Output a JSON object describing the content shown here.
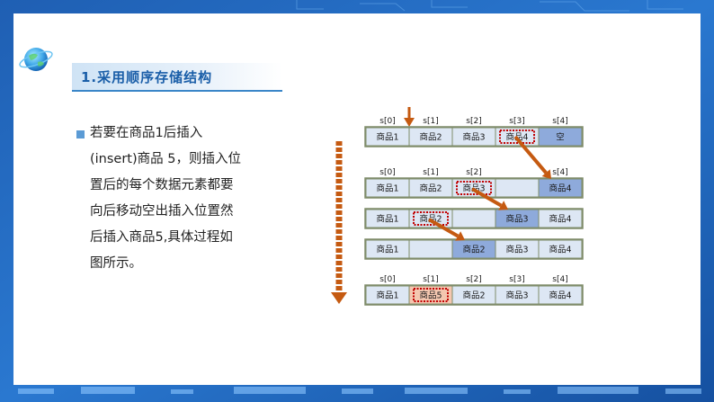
{
  "section": {
    "title": "1.采用顺序存储结构"
  },
  "body": {
    "lines": [
      "若要在商品1后插入",
      "(insert)商品 5，则插入位",
      "置后的每个数据元素都要",
      "向后移动空出插入位置然",
      "后插入商品5,具体过程如",
      "图所示。"
    ]
  },
  "diagram": {
    "rows": [
      {
        "indices": [
          "s[0]",
          "s[1]",
          "s[2]",
          "s[3]",
          "s[4]"
        ],
        "cells": [
          "商品1",
          "商品2",
          "商品3",
          "商品4",
          "空"
        ],
        "highlight": [
          3
        ],
        "filled": [
          4
        ]
      },
      {
        "indices": [
          "s[0]",
          "s[1]",
          "s[2]",
          "",
          "s[4]"
        ],
        "cells": [
          "商品1",
          "商品2",
          "商品3",
          "",
          "商品4"
        ],
        "highlight": [
          2
        ],
        "filled": [
          4
        ]
      },
      {
        "indices": [],
        "cells": [
          "商品1",
          "商品2",
          "",
          "商品3",
          "商品4"
        ],
        "highlight": [
          1
        ],
        "filled": [
          3
        ]
      },
      {
        "indices": [],
        "cells": [
          "商品1",
          "",
          "商品2",
          "商品3",
          "商品4"
        ],
        "highlight": [],
        "filled": [
          2
        ]
      },
      {
        "indices": [
          "s[0]",
          "s[1]",
          "s[2]",
          "s[3]",
          "s[4]"
        ],
        "cells": [
          "商品1",
          "商品5",
          "商品2",
          "商品3",
          "商品4"
        ],
        "highlight": [
          1
        ],
        "filled": []
      }
    ],
    "colors": {
      "cell": "#dde7f4",
      "filled": "#8eaadb",
      "border": "#7f8c6a",
      "arrow": "#c55a11",
      "highlight_border": "#c00000",
      "inserted": "#f4c7b0"
    }
  }
}
